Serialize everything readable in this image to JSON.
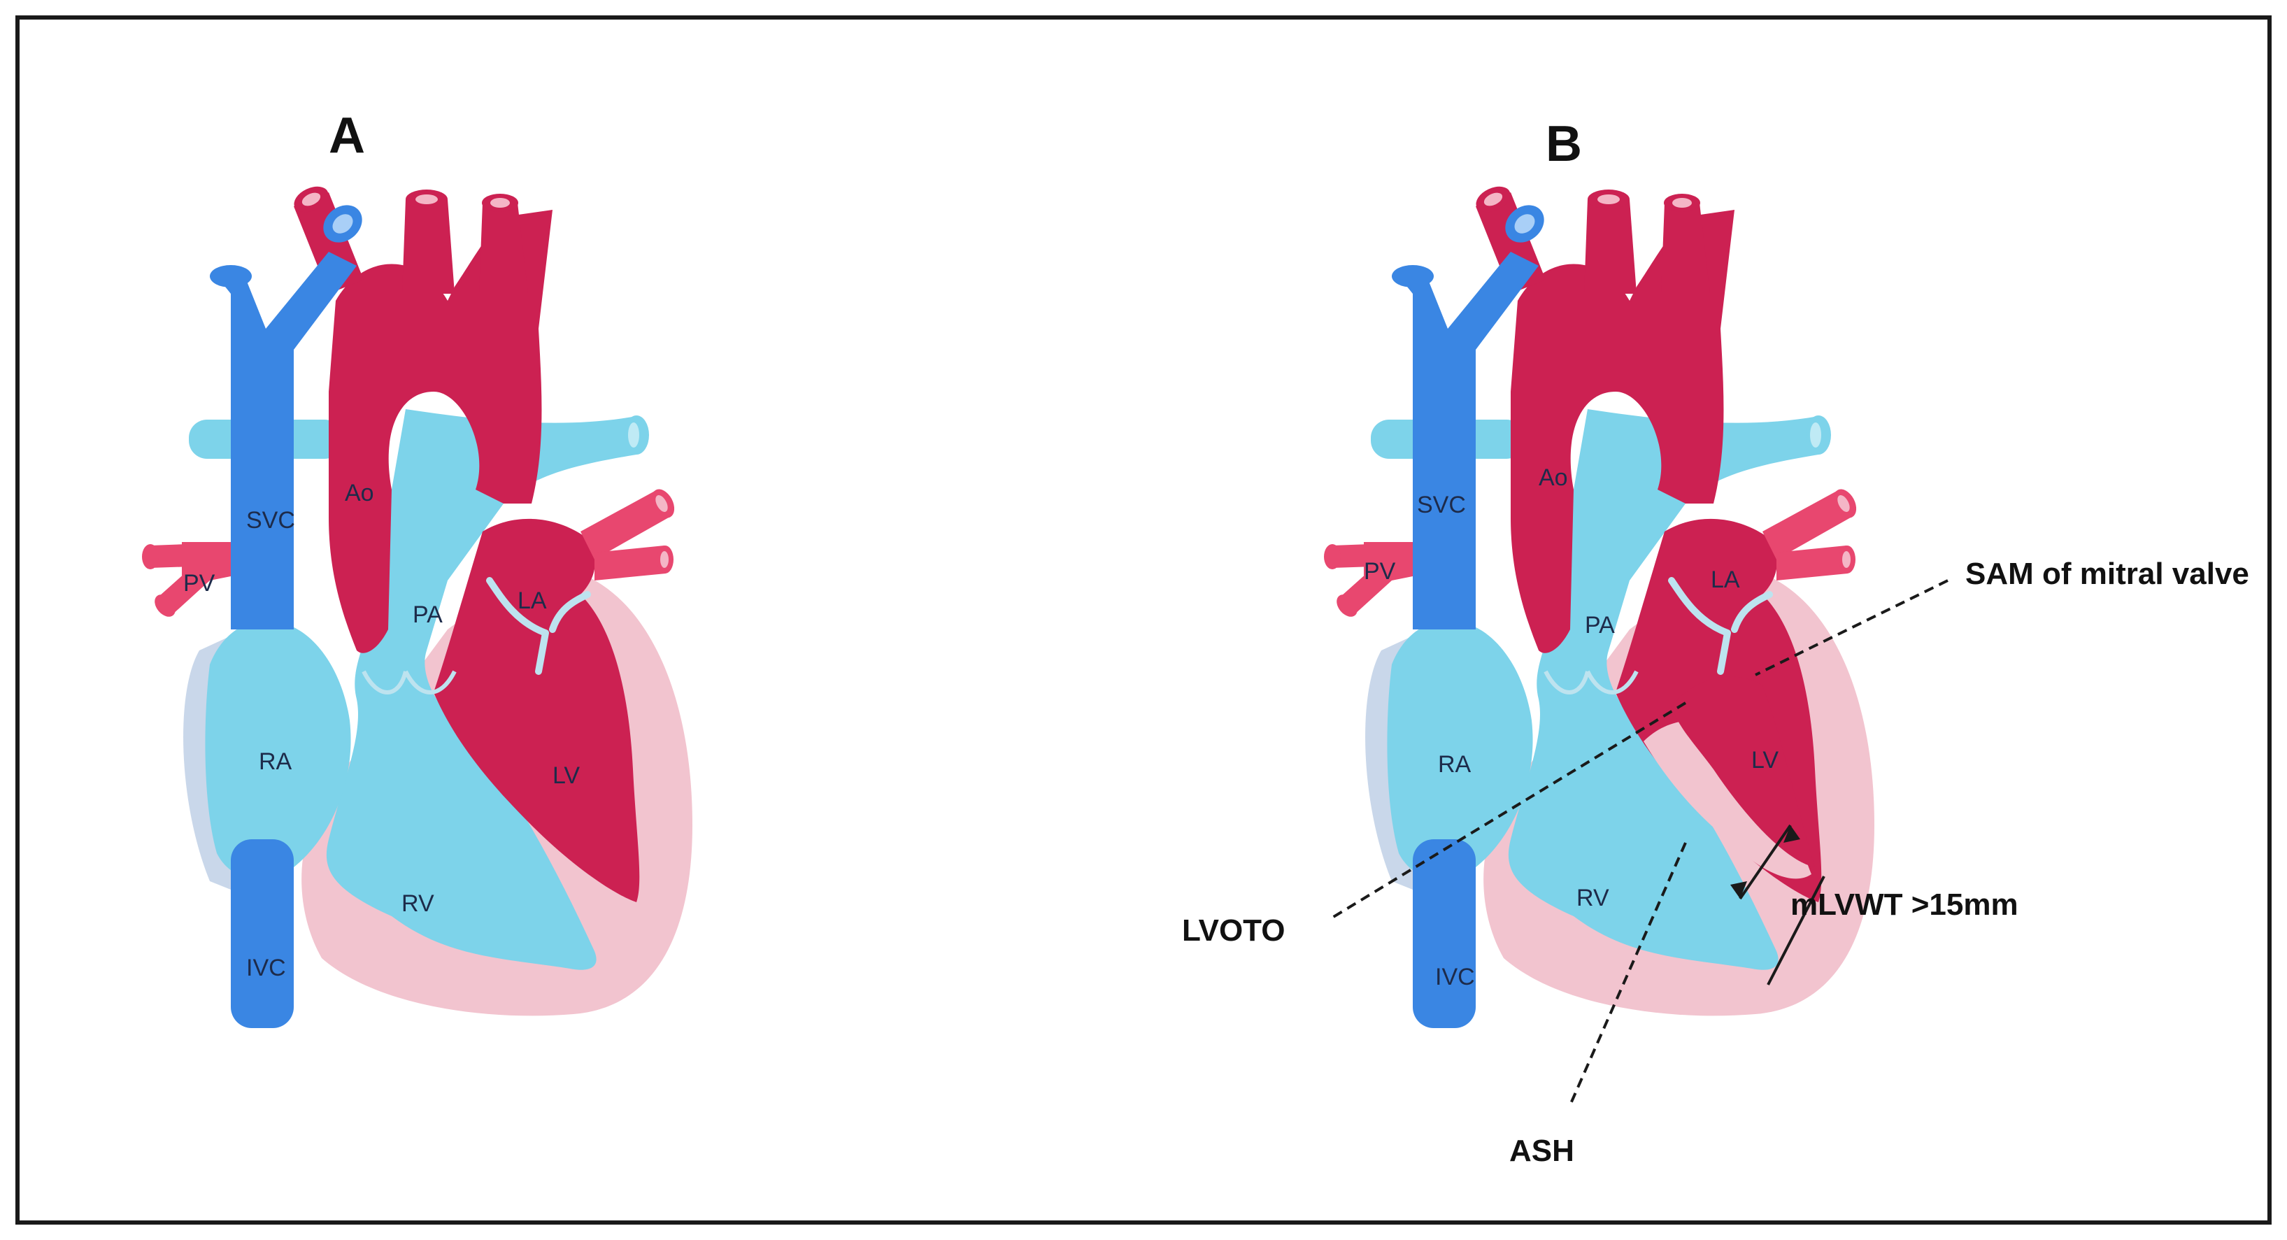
{
  "colors": {
    "vein": "#3a86e3",
    "pulmonary_artery": "#7dd3ea",
    "aorta": "#cc2152",
    "pulmonary_vein": "#e8476f",
    "myocardium": "#f2c4cf",
    "left_ventricle": "#cc2152",
    "outline": "#1a1a1a"
  },
  "panels": [
    {
      "letter": "A",
      "labels": {
        "svc": "SVC",
        "ivc": "IVC",
        "ao": "Ao",
        "pa": "PA",
        "pv": "PV",
        "ra": "RA",
        "rv": "RV",
        "la": "LA",
        "lv": "LV"
      }
    },
    {
      "letter": "B",
      "labels": {
        "svc": "SVC",
        "ivc": "IVC",
        "ao": "Ao",
        "pa": "PA",
        "pv": "PV",
        "ra": "RA",
        "rv": "RV",
        "la": "LA",
        "lv": "LV"
      },
      "annotations": {
        "sam": "SAM of mitral valve",
        "lvoto": "LVOTO",
        "mlvwt": "mLVWT >15mm",
        "ash": "ASH"
      }
    }
  ]
}
